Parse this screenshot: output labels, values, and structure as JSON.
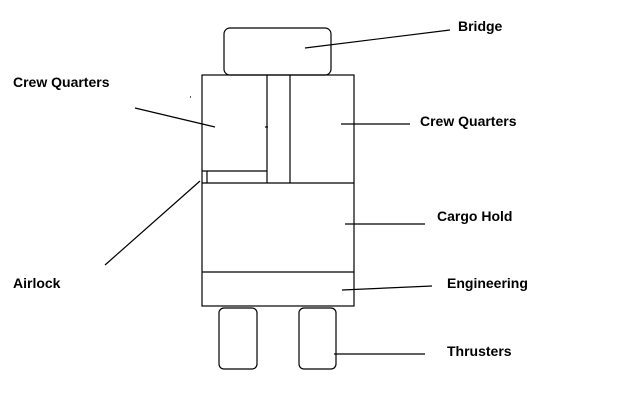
{
  "labels": {
    "bridge": "Bridge",
    "crew_quarters_left": "Crew Quarters",
    "crew_quarters_right": "Crew Quarters",
    "airlock": "Airlock",
    "cargo_hold": "Cargo Hold",
    "engineering": "Engineering",
    "thrusters": "Thrusters"
  },
  "colors": {
    "line": "#000000",
    "background": "#ffffff"
  }
}
